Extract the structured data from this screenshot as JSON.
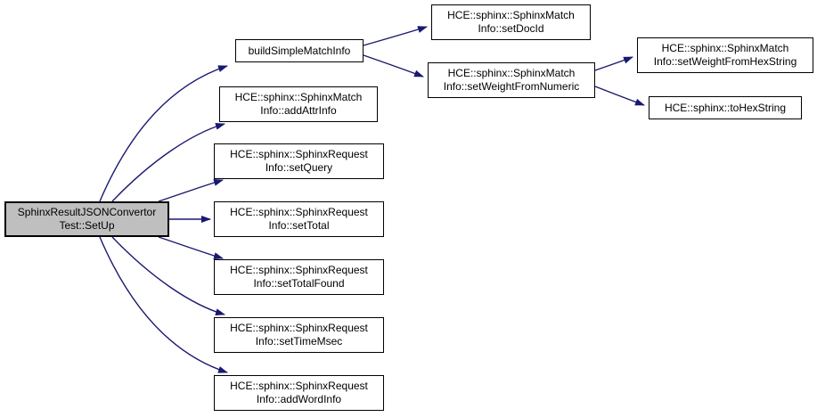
{
  "diagram": {
    "kind": "doxygen-call-graph",
    "colors": {
      "edge": "#191970",
      "node_fill": "#ffffff",
      "node_border": "#000000",
      "current_fill": "#bfbfbf",
      "page_bg": "#ffffff"
    },
    "nodes": {
      "setup": {
        "line1": "SphinxResultJSONConvertor",
        "line2": "Test::SetUp"
      },
      "buildSimpleMatchInfo": {
        "line1": "buildSimpleMatchInfo"
      },
      "addAttrInfo": {
        "line1": "HCE::sphinx::SphinxMatch",
        "line2": "Info::addAttrInfo"
      },
      "setQuery": {
        "line1": "HCE::sphinx::SphinxRequest",
        "line2": "Info::setQuery"
      },
      "setTotal": {
        "line1": "HCE::sphinx::SphinxRequest",
        "line2": "Info::setTotal"
      },
      "setTotalFound": {
        "line1": "HCE::sphinx::SphinxRequest",
        "line2": "Info::setTotalFound"
      },
      "setTimeMsec": {
        "line1": "HCE::sphinx::SphinxRequest",
        "line2": "Info::setTimeMsec"
      },
      "addWordInfo": {
        "line1": "HCE::sphinx::SphinxRequest",
        "line2": "Info::addWordInfo"
      },
      "setDocId": {
        "line1": "HCE::sphinx::SphinxMatch",
        "line2": "Info::setDocId"
      },
      "setWeightFromNumeric": {
        "line1": "HCE::sphinx::SphinxMatch",
        "line2": "Info::setWeightFromNumeric"
      },
      "setWeightFromHexString": {
        "line1": "HCE::sphinx::SphinxMatch",
        "line2": "Info::setWeightFromHexString"
      },
      "toHexString": {
        "line1": "HCE::sphinx::toHexString"
      }
    },
    "edges": [
      {
        "from": "SphinxResultJSONConvertorTest::SetUp",
        "to": "buildSimpleMatchInfo"
      },
      {
        "from": "SphinxResultJSONConvertorTest::SetUp",
        "to": "HCE::sphinx::SphinxMatchInfo::addAttrInfo"
      },
      {
        "from": "SphinxResultJSONConvertorTest::SetUp",
        "to": "HCE::sphinx::SphinxRequestInfo::setQuery"
      },
      {
        "from": "SphinxResultJSONConvertorTest::SetUp",
        "to": "HCE::sphinx::SphinxRequestInfo::setTotal"
      },
      {
        "from": "SphinxResultJSONConvertorTest::SetUp",
        "to": "HCE::sphinx::SphinxRequestInfo::setTotalFound"
      },
      {
        "from": "SphinxResultJSONConvertorTest::SetUp",
        "to": "HCE::sphinx::SphinxRequestInfo::setTimeMsec"
      },
      {
        "from": "SphinxResultJSONConvertorTest::SetUp",
        "to": "HCE::sphinx::SphinxRequestInfo::addWordInfo"
      },
      {
        "from": "buildSimpleMatchInfo",
        "to": "HCE::sphinx::SphinxMatchInfo::setDocId"
      },
      {
        "from": "buildSimpleMatchInfo",
        "to": "HCE::sphinx::SphinxMatchInfo::setWeightFromNumeric"
      },
      {
        "from": "HCE::sphinx::SphinxMatchInfo::setWeightFromNumeric",
        "to": "HCE::sphinx::SphinxMatchInfo::setWeightFromHexString"
      },
      {
        "from": "HCE::sphinx::SphinxMatchInfo::setWeightFromNumeric",
        "to": "HCE::sphinx::toHexString"
      }
    ]
  }
}
